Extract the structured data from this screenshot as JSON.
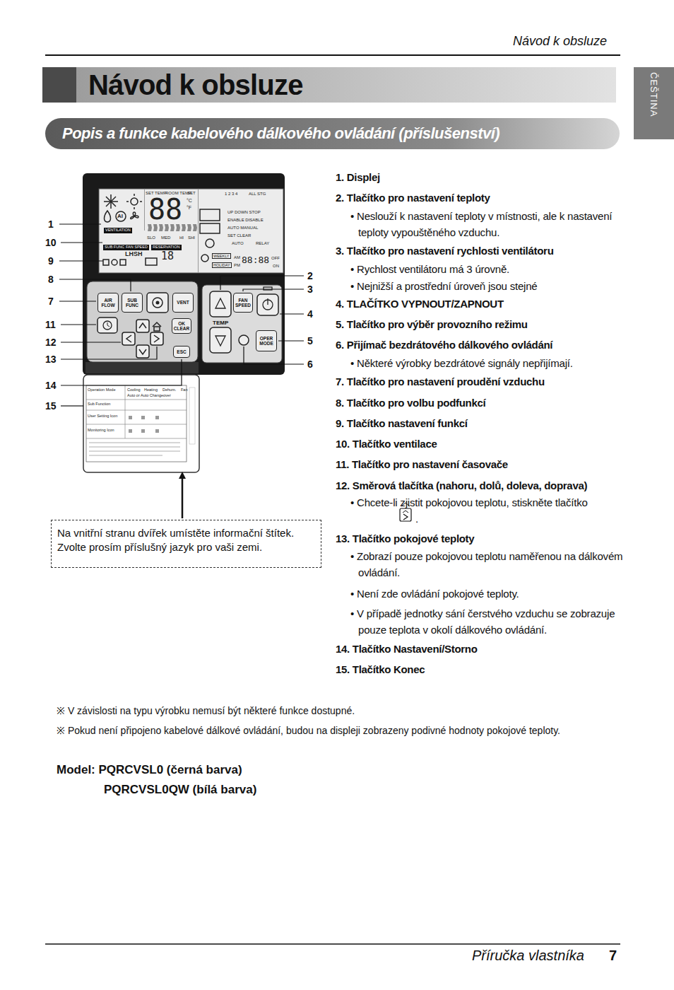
{
  "diagram": {
    "nodes": [
      {
        "text": [
          "Návod k obsluze"
        ]
      },
      {
        "text": [
          "Popis a funkce kabelového dálkového ovládání (příslušenství)"
        ]
      },
      {
        "text": [
          "AIR FLOW"
        ]
      },
      {
        "text": [
          "SUB FUNC"
        ]
      },
      {
        "text": [
          "VENT"
        ]
      },
      {
        "text": [
          "OK CLEAR"
        ]
      },
      {
        "text": [
          "ESC"
        ]
      },
      {
        "text": [
          "FAN SPEED"
        ]
      },
      {
        "text": [
          "OPER MODE"
        ]
      },
      {
        "text": [
          "Na vnitřní stranu dvířek umístěte informační štítek. Zvolte prosím příslušný jazyk pro vaši zemi."
        ]
      }
    ],
    "labels": [
      "Návod k obsluze",
      "ČEŠTINA",
      "1",
      "10",
      "9",
      "8",
      "7",
      "11",
      "12",
      "13",
      "14",
      "15",
      "2",
      "3",
      "4",
      "5",
      "6",
      "TEMP",
      "SET TEMP",
      "ROOM TEMP",
      "SET",
      "88",
      "VENTILATION",
      "SLO",
      "MED",
      "HI",
      "SHI",
      "SUB FUNC",
      "FAN SPEED",
      "LHSH",
      "RESERVATION",
      "18",
      "1 2 3 4",
      "ALL STG",
      "UP DOWN STOP",
      "ENABLE DISABLE",
      "AUTO MANUAL",
      "SET CLEAR",
      "AUTO",
      "RELAY",
      "WEEKLY",
      "HOLIDAY",
      "AM",
      "PM",
      "88:88",
      "OFF",
      "ON",
      "Operation Mode",
      "Cooling",
      "Heating",
      "Dehum.",
      "Fan",
      "Auto or Auto Changeover",
      "Sub Function",
      "User Setting Icon",
      "Monitoring Icon",
      "1. Displej",
      "2. Tlačítko pro nastavení teploty",
      "• Neslouží k nastavení teploty v místnosti, ale k nastavení teploty vypouštěného vzduchu.",
      "3. Tlačítko pro nastavení rychlosti ventilátoru",
      "• Rychlost ventilátoru má 3 úrovně.",
      "• Nejnižší a prostřední úroveň jsou stejné",
      "4. TLAČÍTKO VYPNOUT/ZAPNOUT",
      "5. Tlačítko pro výběr provozního režimu",
      "6. Přijímač bezdrátového dálkového ovládání",
      "• Některé výrobky bezdrátové signály nepřijímají.",
      "7. Tlačítko pro nastavení proudění vzduchu",
      "8. Tlačítko pro volbu podfunkcí",
      "9. Tlačítko nastavení funkcí",
      "10. Tlačítko ventilace",
      "11. Tlačítko pro nastavení časovače",
      "12. Směrová tlačítka (nahoru, dolů, doleva, doprava)",
      "• Chcete-li zjistit pokojovou teplotu, stiskněte tlačítko",
      ".",
      "13. Tlačítko pokojové teploty",
      "• Zobrazí pouze pokojovou teplotu naměřenou na dálkovém ovládání.",
      "• Není zde ovládání pokojové teploty.",
      "• V případě jednotky sání čerstvého vzduchu se zobrazuje pouze teplota v okolí dálkového ovládání.",
      "14. Tlačítko Nastavení/Storno",
      "15. Tlačítko Konec",
      "※ V závislosti na typu výrobku nemusí být některé funkce dostupné.",
      "※ Pokud není připojeno kabelové dálkové ovládání, budou na displeji zobrazeny podivné hodnoty pokojové teploty.",
      "Model: PQRCVSL0 (černá barva)",
      "PQRCVSL0QW (bílá barva)",
      "Příručka vlastníka",
      "7",
      "AI",
      "°C",
      "°F"
    ]
  }
}
